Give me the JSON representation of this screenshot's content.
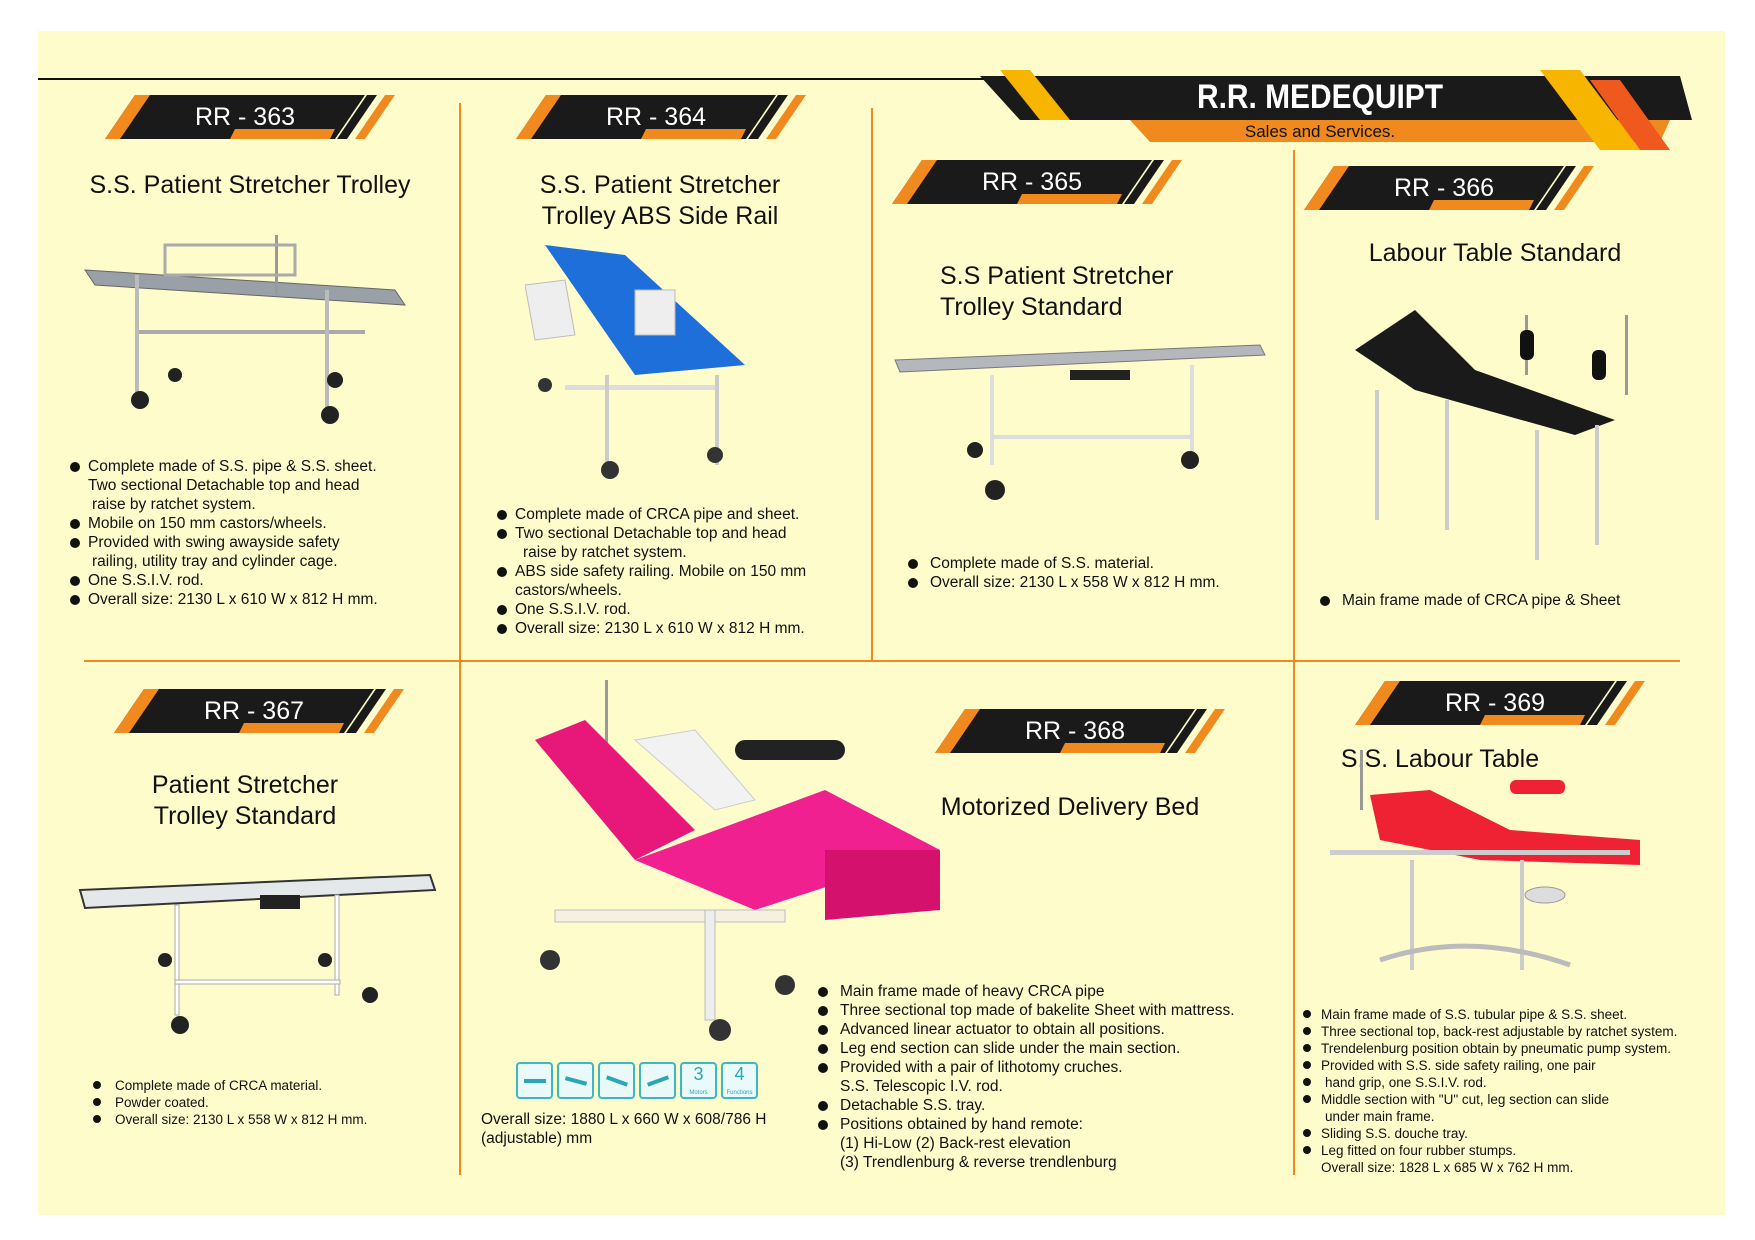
{
  "brand": {
    "name": "R.R. MEDEQUIPT",
    "tagline": "Sales and Services.",
    "colors": {
      "background": "#fffccc",
      "accent": "#f0891e",
      "dark": "#1a1a1a"
    }
  },
  "products": [
    {
      "code": "RR - 363",
      "title": "S.S. Patient Stretcher Trolley",
      "features": [
        "Complete made of S.S. pipe & S.S. sheet.",
        "Two sectional Detachable top and head",
        "raise by ratchet system.",
        "Mobile on 150 mm castors/wheels.",
        "Provided with swing awayside safety",
        "railing, utility tray and cylinder cage.",
        "One S.S.I.V. rod.",
        "Overall size: 2130 L x 610 W x 812 H mm."
      ]
    },
    {
      "code": "RR - 364",
      "title": "S.S. Patient Stretcher Trolley ABS Side Rail",
      "features": [
        "Complete made of CRCA pipe and sheet.",
        "Two sectional Detachable top and head",
        "raise by ratchet system.",
        "ABS side safety railing. Mobile on 150 mm",
        "castors/wheels.",
        "One S.S.I.V. rod.",
        "Overall size: 2130 L x 610 W x 812 H mm."
      ]
    },
    {
      "code": "RR - 365",
      "title": "S.S Patient Stretcher Trolley Standard",
      "features": [
        "Complete made of S.S. material.",
        "Overall size: 2130 L x 558 W x 812 H mm."
      ]
    },
    {
      "code": "RR - 366",
      "title": "Labour Table Standard",
      "features": [
        "Main frame made of CRCA pipe & Sheet"
      ]
    },
    {
      "code": "RR - 367",
      "title": "Patient Stretcher Trolley Standard",
      "features": [
        "Complete made of CRCA material.",
        "Powder coated.",
        "Overall size: 2130 L x 558 W x 812 H mm."
      ]
    },
    {
      "code": "RR - 368",
      "title": "Motorized Delivery Bed",
      "features": [
        "Main frame made of heavy CRCA pipe",
        "Three sectional top made of bakelite Sheet with mattress.",
        "Advanced linear actuator to obtain all positions.",
        "Leg end section can slide under the main section.",
        "Provided with a pair of lithotomy cruches.",
        "S.S. Telescopic I.V. rod.",
        "Detachable S.S. tray.",
        "Positions obtained by hand remote:",
        "(1) Hi-Low (2) Back-rest elevation",
        "(3) Trendlenburg & reverse trendlenburg"
      ],
      "size": "Overall size: 1880 L x 660 W x 608/786 H (adjustable) mm",
      "badges": {
        "motors_count": "3",
        "motors_label": "Motors",
        "functions_count": "4",
        "functions_label": "Functions"
      }
    },
    {
      "code": "RR - 369",
      "title": "S.S. Labour Table",
      "features": [
        "Main frame made of S.S. tubular pipe & S.S. sheet.",
        "Three sectional top, back-rest adjustable by ratchet system.",
        "Trendelenburg position obtain by pneumatic pump system.",
        "Provided with S.S. side safety railing, one pair",
        "hand grip, one S.S.I.V. rod.",
        "Middle section with \"U\" cut, leg section can slide",
        "under main frame.",
        "Sliding S.S. douche tray.",
        "Leg fitted on four rubber stumps.",
        "Overall size: 1828 L x 685 W x 762 H mm."
      ]
    }
  ]
}
